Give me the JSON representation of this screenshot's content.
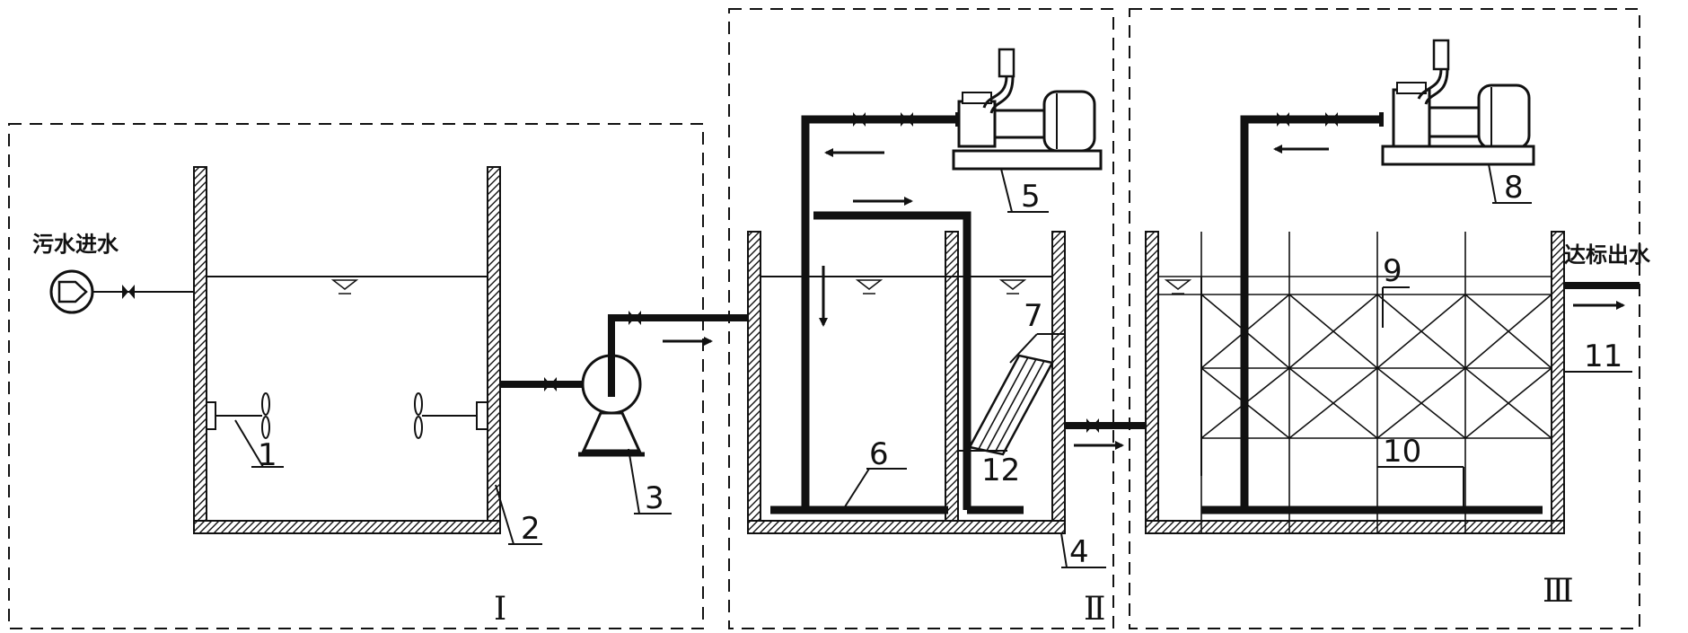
{
  "labels": {
    "inlet": "污水进水",
    "outlet": "达标出水",
    "stage_1": "Ⅰ",
    "stage_2": "Ⅱ",
    "stage_3": "Ⅲ"
  },
  "components": [
    {
      "id": "1",
      "label": "1"
    },
    {
      "id": "2",
      "label": "2"
    },
    {
      "id": "3",
      "label": "3"
    },
    {
      "id": "4",
      "label": "4"
    },
    {
      "id": "5",
      "label": "5"
    },
    {
      "id": "6",
      "label": "6"
    },
    {
      "id": "7",
      "label": "7"
    },
    {
      "id": "8",
      "label": "8"
    },
    {
      "id": "9",
      "label": "9"
    },
    {
      "id": "10",
      "label": "10"
    },
    {
      "id": "11",
      "label": "11"
    },
    {
      "id": "12",
      "label": "12"
    }
  ]
}
